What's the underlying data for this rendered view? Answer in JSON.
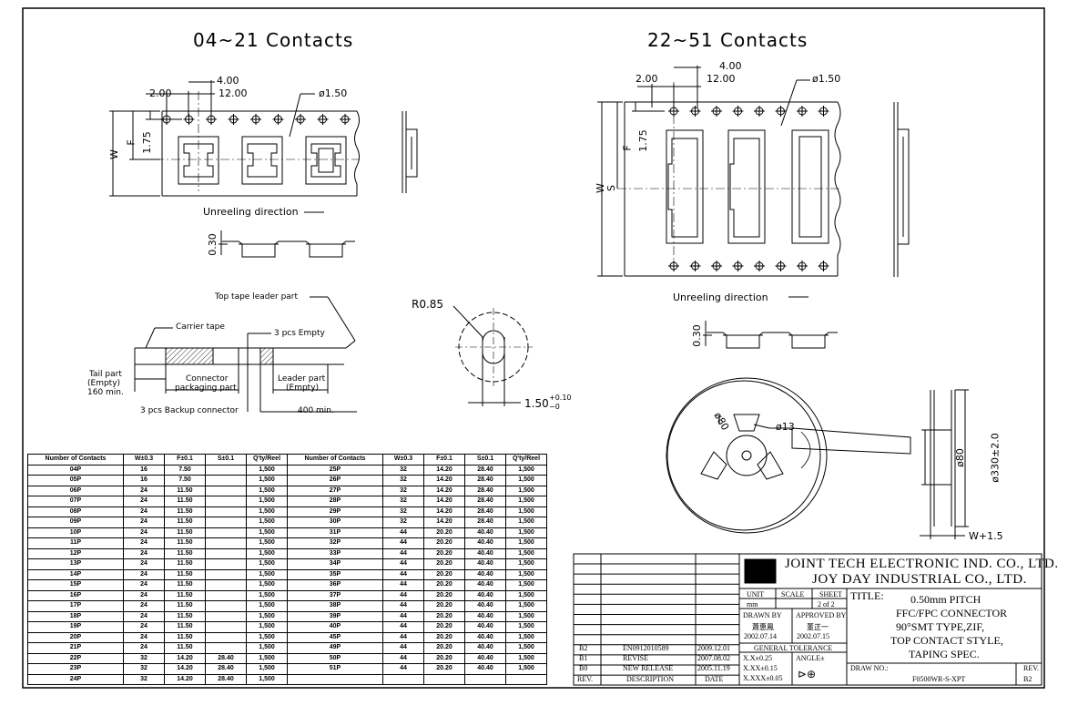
{
  "left_title": "04~21 Contacts",
  "right_title": "22~51 Contacts",
  "dims": {
    "d400": "4.00",
    "d200": "2.00",
    "d1200": "12.00",
    "hole": "ø1.50",
    "w": "W",
    "f": "F",
    "s": "S",
    "d175": "1.75",
    "d030": "0.30",
    "r085": "R0.85",
    "d150": "1.50",
    "tol_up": "+0.10",
    "tol_dn": "−0",
    "phi13": "ø13",
    "phi80": "ø80",
    "phi80b": "ø80",
    "phi330": "ø330±2.0",
    "w15": "W+1.5"
  },
  "labels": {
    "unreeling_left": "Unreeling direction",
    "unreeling_right": "Unreeling direction",
    "top_tape": "Top tape leader part",
    "carrier_tape": "Carrier tape",
    "three_empty": "3 pcs Empty",
    "tail_part": "Tail part",
    "tail_empty": "(Empty)",
    "tail_min": "160 min.",
    "connector_pack": "Connector",
    "connector_pack2": "packaging part",
    "leader_part": "Leader part",
    "leader_empty": "(Empty)",
    "backup": "3 pcs Backup connector",
    "min400": "400 min."
  },
  "spec_table": {
    "headers": [
      "Number of Contacts",
      "W±0.3",
      "F±0.1",
      "S±0.1",
      "Q'ty/Reel",
      "Number of Contacts",
      "W±0.3",
      "F±0.1",
      "S±0.1",
      "Q'ty/Reel"
    ],
    "rows": [
      [
        "04P",
        "16",
        "7.50",
        "",
        "1,500",
        "25P",
        "32",
        "14.20",
        "28.40",
        "1,500"
      ],
      [
        "05P",
        "16",
        "7.50",
        "",
        "1,500",
        "26P",
        "32",
        "14.20",
        "28.40",
        "1,500"
      ],
      [
        "06P",
        "24",
        "11.50",
        "",
        "1,500",
        "27P",
        "32",
        "14.20",
        "28.40",
        "1,500"
      ],
      [
        "07P",
        "24",
        "11.50",
        "",
        "1,500",
        "28P",
        "32",
        "14.20",
        "28.40",
        "1,500"
      ],
      [
        "08P",
        "24",
        "11.50",
        "",
        "1,500",
        "29P",
        "32",
        "14.20",
        "28.40",
        "1,500"
      ],
      [
        "09P",
        "24",
        "11.50",
        "",
        "1,500",
        "30P",
        "32",
        "14.20",
        "28.40",
        "1,500"
      ],
      [
        "10P",
        "24",
        "11.50",
        "",
        "1,500",
        "31P",
        "44",
        "20.20",
        "40.40",
        "1,500"
      ],
      [
        "11P",
        "24",
        "11.50",
        "",
        "1,500",
        "32P",
        "44",
        "20.20",
        "40.40",
        "1,500"
      ],
      [
        "12P",
        "24",
        "11.50",
        "",
        "1,500",
        "33P",
        "44",
        "20.20",
        "40.40",
        "1,500"
      ],
      [
        "13P",
        "24",
        "11.50",
        "",
        "1,500",
        "34P",
        "44",
        "20.20",
        "40.40",
        "1,500"
      ],
      [
        "14P",
        "24",
        "11.50",
        "",
        "1,500",
        "35P",
        "44",
        "20.20",
        "40.40",
        "1,500"
      ],
      [
        "15P",
        "24",
        "11.50",
        "",
        "1,500",
        "36P",
        "44",
        "20.20",
        "40.40",
        "1,500"
      ],
      [
        "16P",
        "24",
        "11.50",
        "",
        "1,500",
        "37P",
        "44",
        "20.20",
        "40.40",
        "1,500"
      ],
      [
        "17P",
        "24",
        "11.50",
        "",
        "1,500",
        "38P",
        "44",
        "20.20",
        "40.40",
        "1,500"
      ],
      [
        "18P",
        "24",
        "11.50",
        "",
        "1,500",
        "39P",
        "44",
        "20.20",
        "40.40",
        "1,500"
      ],
      [
        "19P",
        "24",
        "11.50",
        "",
        "1,500",
        "40P",
        "44",
        "20.20",
        "40.40",
        "1,500"
      ],
      [
        "20P",
        "24",
        "11.50",
        "",
        "1,500",
        "45P",
        "44",
        "20.20",
        "40.40",
        "1,500"
      ],
      [
        "21P",
        "24",
        "11.50",
        "",
        "1,500",
        "49P",
        "44",
        "20.20",
        "40.40",
        "1,500"
      ],
      [
        "22P",
        "32",
        "14.20",
        "28.40",
        "1,500",
        "50P",
        "44",
        "20.20",
        "40.40",
        "1,500"
      ],
      [
        "23P",
        "32",
        "14.20",
        "28.40",
        "1,500",
        "51P",
        "44",
        "20.20",
        "40.40",
        "1,500"
      ],
      [
        "24P",
        "32",
        "14.20",
        "28.40",
        "1,500",
        "",
        "",
        "",
        "",
        ""
      ]
    ]
  },
  "title_block": {
    "company1": "JOINT TECH ELECTRONIC IND. CO., LTD.",
    "company2": "JOY DAY INDUSTRIAL CO., LTD.",
    "unit": "UNIT",
    "unit_val": "mm",
    "scale": "SCALE",
    "sheet": "SHEET",
    "sheet_val": "2 of 2",
    "drawn_by": "DRAWN BY",
    "drawn_name": "蕭惠鳳",
    "drawn_date": "2002.07.14",
    "approved_by": "APPROVED BY",
    "approved_name": "董正一",
    "approved_date": "2002.07.15",
    "general_tol": "GENERAL TOLERANCE",
    "tol1": "X.X±0.25",
    "tol2": "X.XX±0.15",
    "tol3": "X.XXX±0.05",
    "angle": "ANGLE±",
    "title_lbl": "TITLE:",
    "title1": "0.50mm PITCH",
    "title2": "FFC/FPC CONNECTOR",
    "title3": "90°SMT TYPE,ZIF,",
    "title4": "TOP CONTACT STYLE,",
    "title5": "TAPING SPEC.",
    "draw_no_lbl": "DRAW NO.:",
    "draw_no": "F0500WR-S-XPT",
    "rev_lbl": "REV.",
    "rev_val": "B2",
    "revisions": [
      {
        "rev": "B2",
        "desc": "EN0912010589",
        "date": "2009.12.01"
      },
      {
        "rev": "B1",
        "desc": "REVISE",
        "date": "2007.08.02"
      },
      {
        "rev": "B0",
        "desc": "NEW RELEASE",
        "date": "2005.11.19"
      }
    ],
    "rev_hdr": "REV.",
    "desc_hdr": "DESCRIPTION",
    "date_hdr": "DATE"
  }
}
